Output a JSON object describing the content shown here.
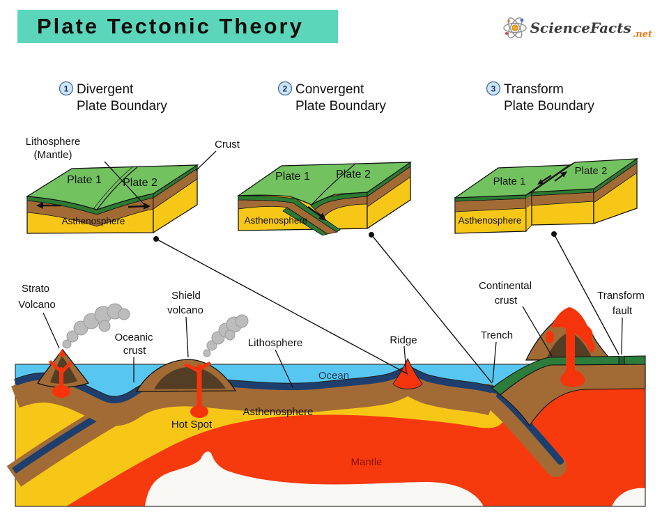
{
  "title": "Plate Tectonic Theory",
  "logo": {
    "brand": "ScienceFacts",
    "tld": ".net"
  },
  "headers": {
    "divergent": {
      "number": "1",
      "line1": "Divergent",
      "line2": "Plate Boundary"
    },
    "convergent": {
      "number": "2",
      "line1": "Convergent",
      "line2": "Plate Boundary"
    },
    "transform": {
      "number": "3",
      "line1": "Transform",
      "line2": "Plate Boundary"
    }
  },
  "blocks": {
    "divergent": {
      "plate1": "Plate 1",
      "plate2": "Plate 2",
      "asthenosphere": "Asthenosphere",
      "label_lithosphere_1": "Lithosphere",
      "label_lithosphere_2": "(Mantle)",
      "label_crust": "Crust"
    },
    "convergent": {
      "plate1": "Plate 1",
      "plate2": "Plate 2",
      "asthenosphere": "Asthenosphere"
    },
    "transform": {
      "plate1": "Plate 1",
      "plate2": "Plate 2",
      "asthenosphere": "Asthenosphere"
    }
  },
  "cross_section": {
    "strato_1": "Strato",
    "strato_2": "Volcano",
    "shield_1": "Shield",
    "shield_2": "volcano",
    "oceanic_1": "Oceanic",
    "oceanic_2": "crust",
    "lithosphere": "Lithosphere",
    "ocean": "Ocean",
    "ridge": "Ridge",
    "trench": "Trench",
    "continental_1": "Continental",
    "continental_2": "crust",
    "transform_1": "Transform",
    "transform_2": "fault",
    "hot_spot": "Hot Spot",
    "asthenosphere": "Asthenosphere",
    "mantle": "Mantle"
  },
  "colors": {
    "banner_teal": "#5cd6bb",
    "water_blue": "#57c7f2",
    "oceanic_crust_navy": "#1e3f6e",
    "lithosphere_brown": "#a26b35",
    "asthenosphere_yellow": "#f7c717",
    "mantle_red": "#f73a0e",
    "plate_top_green": "#72c25f",
    "crust_dark_green": "#2d7a33",
    "continental_green": "#2c7d3c",
    "volcano_dark_brown": "#543d25",
    "smoke_gray": "#bcbcbc",
    "logo_orange": "#ef7d1e"
  }
}
